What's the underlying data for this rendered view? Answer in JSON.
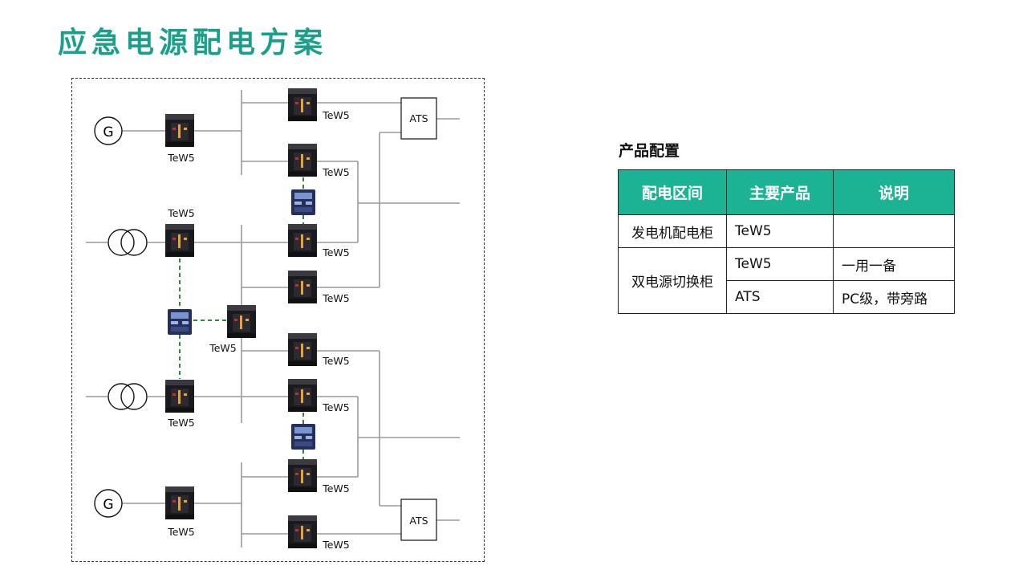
{
  "page": {
    "title": "应急电源配电方案"
  },
  "diagram": {
    "generator_symbol": "G",
    "ats_label": "ATS",
    "breaker_label": "TeW5"
  },
  "config": {
    "title": "产品配置",
    "headers": [
      "配电区间",
      "主要产品",
      "说明"
    ],
    "rows": [
      {
        "section": "发电机配电柜",
        "product": "TeW5",
        "note": ""
      },
      {
        "section": "双电源切换柜",
        "product": "TeW5",
        "note": "一用一备"
      },
      {
        "section": "",
        "product": "ATS",
        "note": "PC级，带旁路"
      }
    ]
  },
  "colors": {
    "title_green": "#1aa08a",
    "header_green": "#1bb394",
    "link_green": "#2e8b3a",
    "wire_gray": "#9a9a9a"
  }
}
